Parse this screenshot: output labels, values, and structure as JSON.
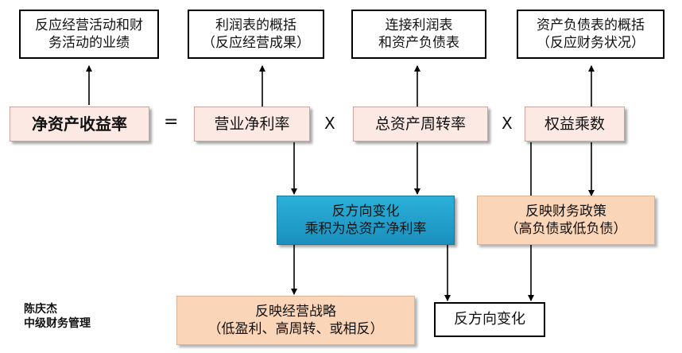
{
  "top_boxes": [
    {
      "line1": "反应经营活动和财",
      "line2": "务活动的业绩"
    },
    {
      "line1": "利润表的概括",
      "line2": "（反应经营成果）"
    },
    {
      "line1": "连接利润表",
      "line2": "和资产负债表"
    },
    {
      "line1": "资产负债表的概括",
      "line2": "（反应财务状况）"
    }
  ],
  "formula": {
    "roe": "净资产收益率",
    "equals": "=",
    "net_margin": "营业净利率",
    "times1": "X",
    "asset_turnover": "总资产周转率",
    "times2": "X",
    "equity_multiplier": "权益乘数"
  },
  "notes": {
    "inverse_line1": "反方向变化",
    "inverse_line2": "乘积为总资产净利率",
    "policy_line1": "反映财务政策",
    "policy_line2": "（高负债或低负债）",
    "strategy_line1": "反映经营战略",
    "strategy_line2": "（低盈利、高周转、或相反）",
    "inverse2": "反方向变化"
  },
  "author": {
    "name": "陈庆杰",
    "course": "中级财务管理"
  }
}
